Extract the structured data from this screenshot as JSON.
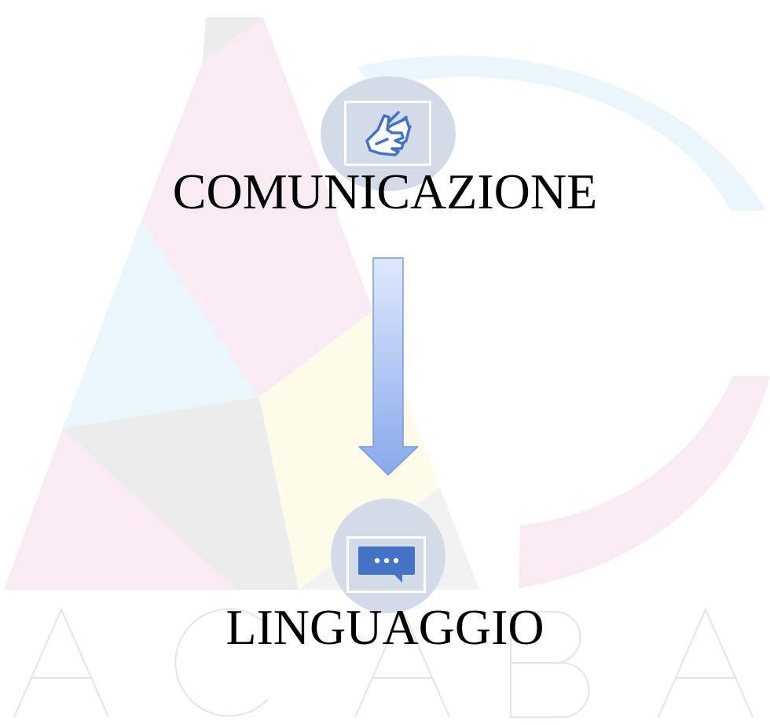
{
  "diagram": {
    "nodes": [
      {
        "id": "comunicazione",
        "label": "COMUNICAZIONE",
        "icon": "sign-language-hands-icon"
      },
      {
        "id": "linguaggio",
        "label": "LINGUAGGIO",
        "icon": "chat-bubble-icon"
      }
    ],
    "edges": [
      {
        "from": "comunicazione",
        "to": "linguaggio"
      }
    ]
  },
  "watermark": {
    "letters": [
      "A",
      "C",
      "A",
      "B",
      "A"
    ]
  },
  "colors": {
    "icon_circle": "#d3dbe8",
    "icon_blue": "#4472c4",
    "arrow_light": "#dfe8fb",
    "arrow_dark": "#88a9ec",
    "arrow_stroke": "#7a9bd6"
  }
}
